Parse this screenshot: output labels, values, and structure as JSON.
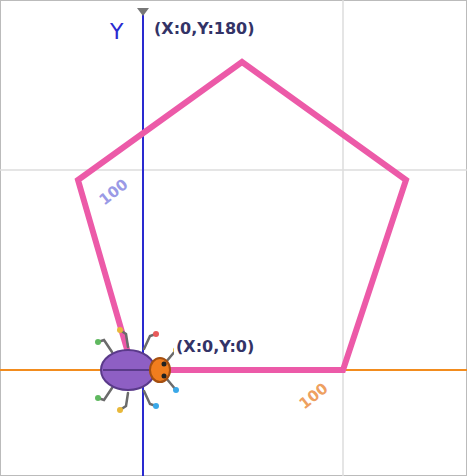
{
  "diagram": {
    "labels": [
      "Y",
      "(X:0,Y:180)",
      "(X:0,Y:0)",
      "100",
      "100"
    ]
  }
}
